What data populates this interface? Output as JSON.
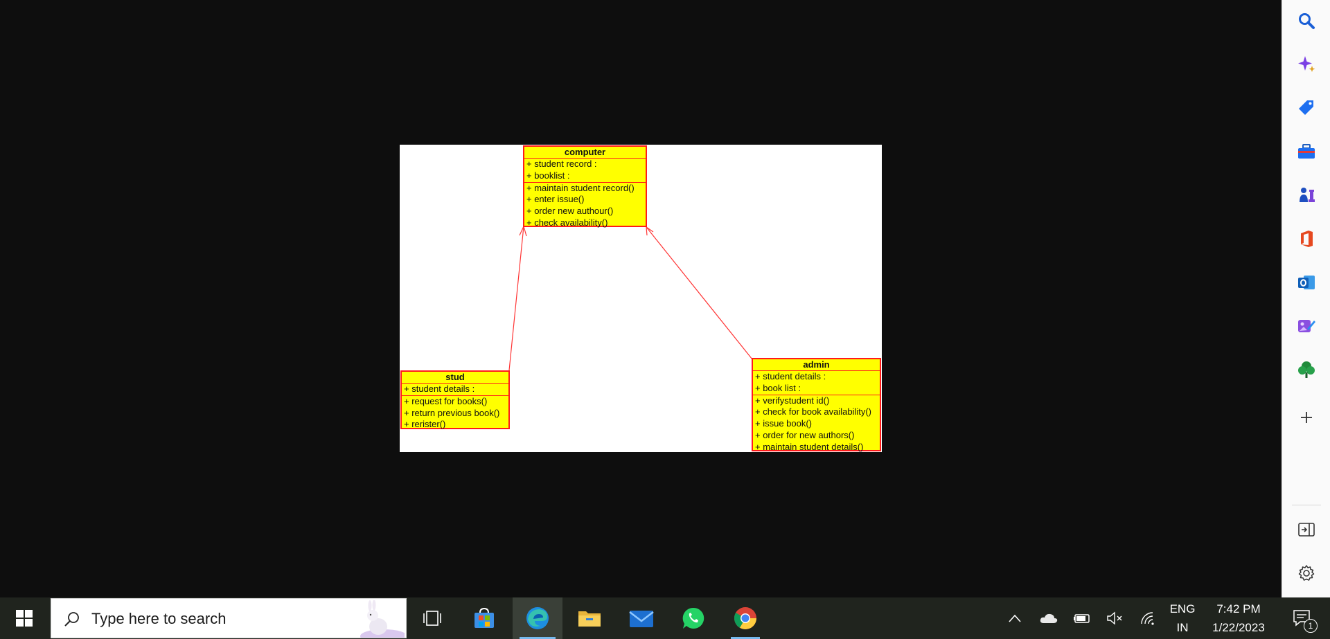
{
  "diagram": {
    "computer": {
      "name": "computer",
      "attributes": [
        "+ student record :",
        "+ booklist :"
      ],
      "operations": [
        "+ maintain student record()",
        "+ enter issue()",
        "+ order new authour()",
        "+ check availability()"
      ]
    },
    "stud": {
      "name": "stud",
      "attributes": [
        "+ student details :"
      ],
      "operations": [
        "+ request for books()",
        "+ return previous book()",
        "+ rerister()"
      ]
    },
    "admin": {
      "name": "admin",
      "attributes": [
        "+ student details :",
        "+ book list :"
      ],
      "operations": [
        "+ verifystudent id()",
        "+ check for book availability()",
        "+ issue book()",
        "+ order for new authors()",
        "+ maintain student details()"
      ]
    },
    "colors": {
      "box_fill": "#ffff00",
      "box_border": "#ff1a1a",
      "arrow": "#ff3333",
      "canvas": "#ffffff"
    }
  },
  "sidebar": {
    "icons": [
      "search-icon",
      "copilot-sparkle-icon",
      "shopping-tag-icon",
      "tools-briefcase-icon",
      "games-icon",
      "office-icon",
      "outlook-icon",
      "designer-icon",
      "tree-icon",
      "add-icon"
    ],
    "bottom_icons": [
      "hide-sidebar-icon",
      "settings-icon"
    ]
  },
  "taskbar": {
    "search_placeholder": "Type here to search",
    "apps": [
      "task-view-icon",
      "microsoft-store-icon",
      "edge-icon",
      "file-explorer-icon",
      "mail-icon",
      "whatsapp-icon",
      "chrome-icon"
    ],
    "tray": {
      "language_line1": "ENG",
      "language_line2": "IN",
      "time": "7:42 PM",
      "date": "1/22/2023",
      "notification_count": "1"
    }
  }
}
